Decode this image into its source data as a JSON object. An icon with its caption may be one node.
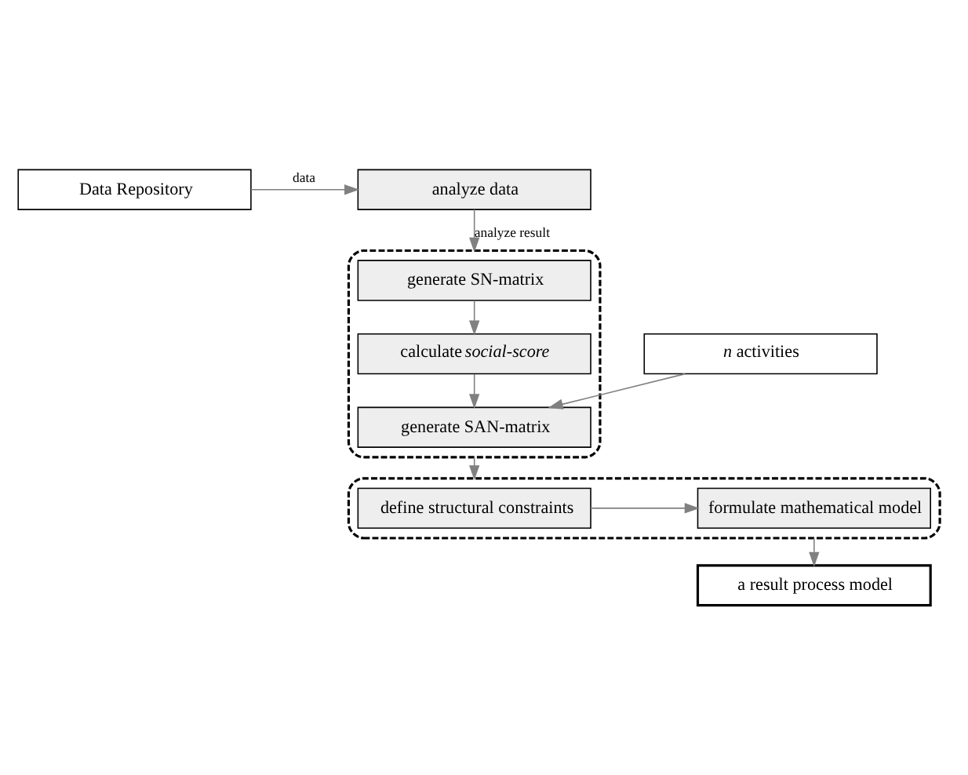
{
  "diagram": {
    "nodes": [
      {
        "text": [
          "Data Repository"
        ]
      },
      {
        "text": [
          "analyze data"
        ]
      },
      {
        "text": [],
        "shape": "box"
      },
      {
        "text": [
          "generate SN-matrix"
        ],
        "in": 2
      },
      {
        "text": [
          "calculate *social-score*"
        ],
        "in": 2
      },
      {
        "text": [
          "generate SAN-matrix"
        ],
        "in": 2
      },
      {
        "text": [
          "*n* activities"
        ]
      },
      {
        "text": [],
        "shape": "box"
      },
      {
        "text": [
          "define structural constraints"
        ],
        "in": 7
      },
      {
        "text": [
          "formulate mathematical model"
        ],
        "in": 7
      },
      {
        "text": [
          "a result process model"
        ]
      }
    ],
    "edges": [
      {
        "from": 0,
        "to": 1,
        "arrow": "to",
        "label": "data"
      },
      {
        "from": 1,
        "to": 2,
        "arrow": "to",
        "label": "analyze result"
      },
      {
        "from": 3,
        "to": 4,
        "arrow": "to"
      },
      {
        "from": 4,
        "to": 5,
        "arrow": "to"
      },
      {
        "from": 6,
        "to": 5,
        "arrow": "to"
      },
      {
        "from": 2,
        "to": 7,
        "arrow": "to"
      },
      {
        "from": 8,
        "to": 9,
        "arrow": "to"
      },
      {
        "from": 7,
        "to": 10,
        "arrow": "to"
      }
    ]
  }
}
